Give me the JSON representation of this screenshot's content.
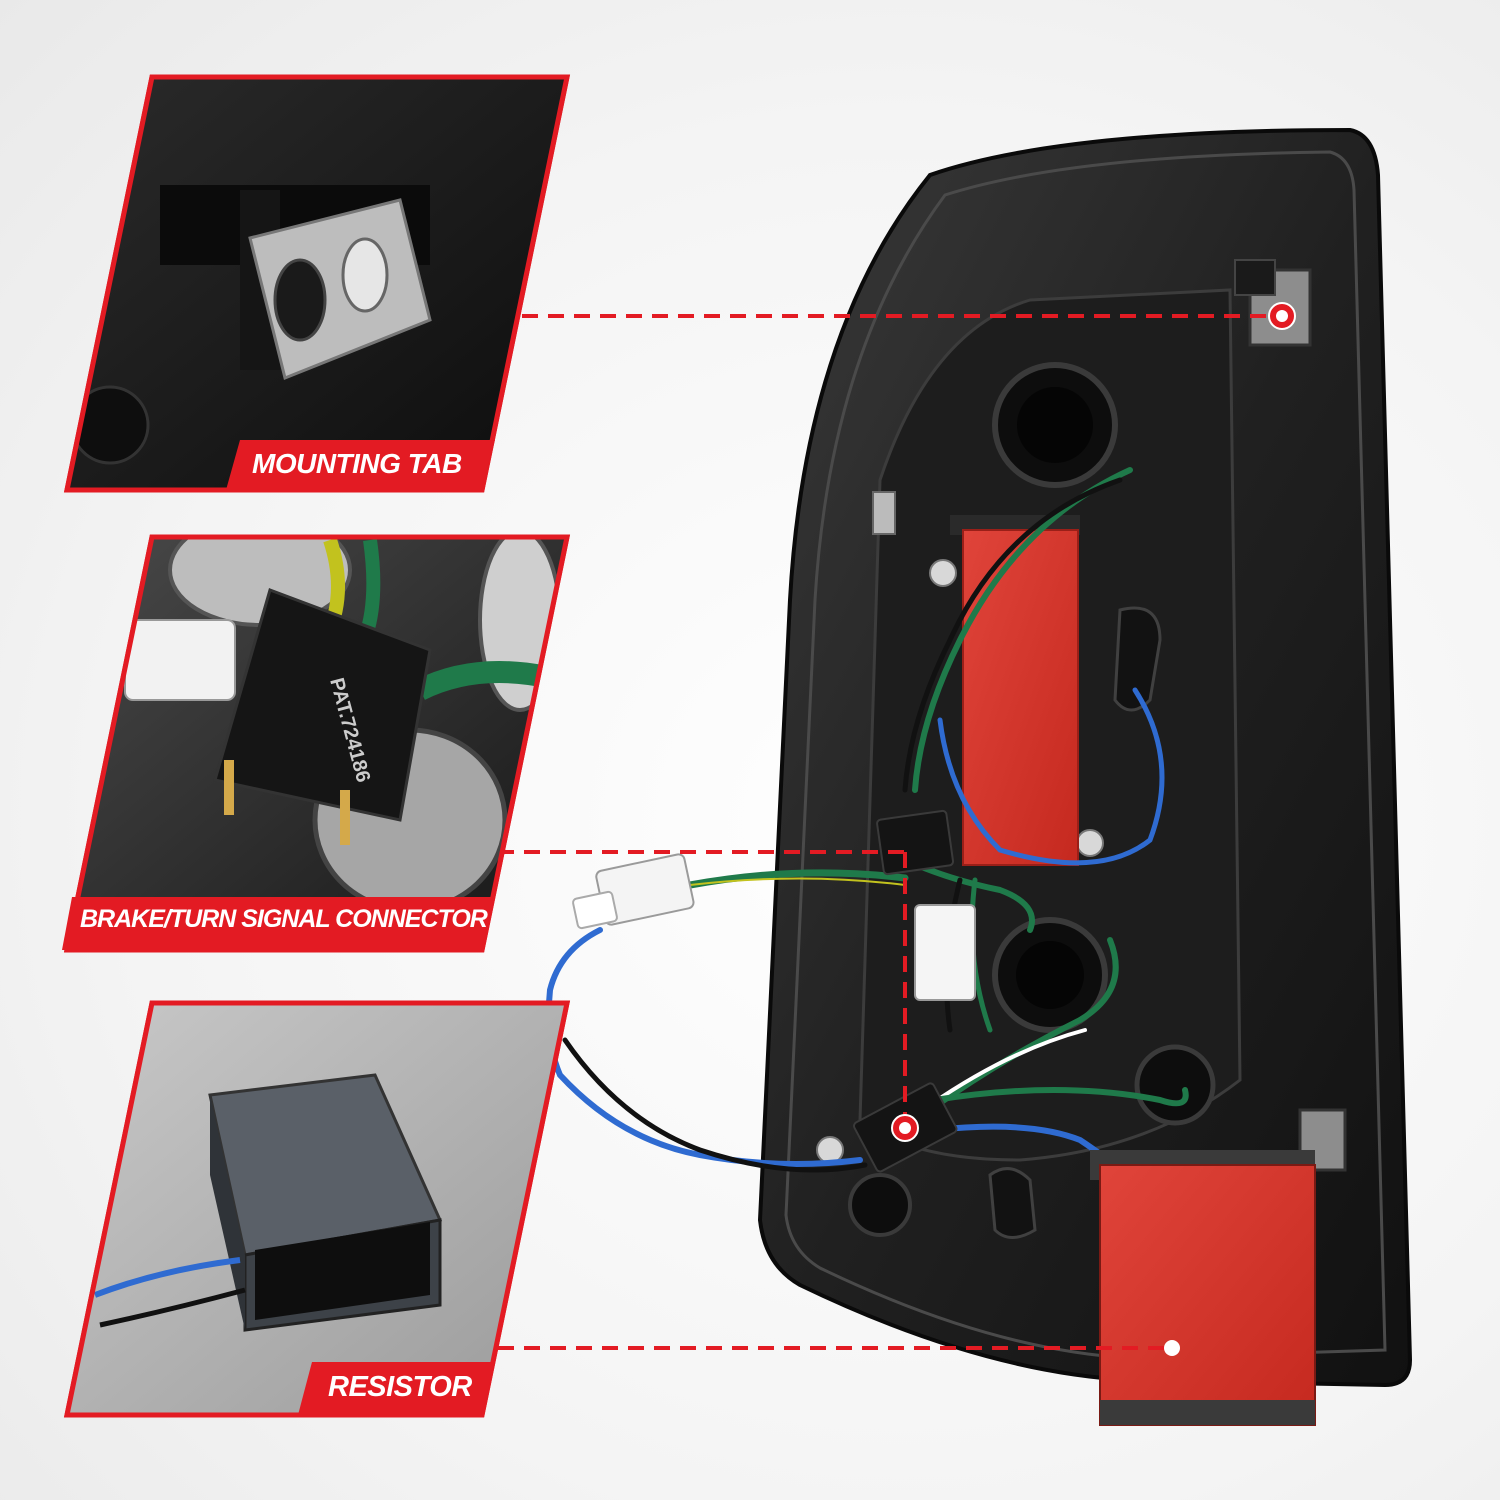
{
  "callouts": {
    "mounting_tab": "MOUNTING TAB",
    "connector": "BRAKE/TURN SIGNAL CONNECTOR",
    "resistor": "RESISTOR"
  },
  "connector_stamp": "PAT.724186",
  "colors": {
    "accent_red": "#e31b23",
    "housing_black": "#1a1a1a",
    "resistor_pad_red": "#d8372f",
    "wire_green": "#1f7a4a",
    "wire_blue": "#2f6bd1",
    "background": "#f2f2f2"
  }
}
